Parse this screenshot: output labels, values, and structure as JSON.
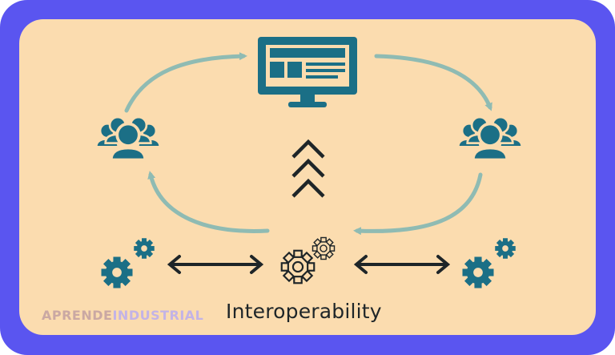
{
  "caption": "Interoperability",
  "watermark": {
    "part1": "APRENDE",
    "part2": "INDUSTRIAL"
  },
  "icons": [
    "monitor-icon",
    "user-group-icon",
    "chevrons-up-icon",
    "gears-icon",
    "double-arrow-icon"
  ],
  "colors": {
    "frame": "#5a55f0",
    "background": "#fbdcaf",
    "teal": "#1b6f86",
    "cycle_arrow": "#8fbbb3",
    "dark": "#1e2528"
  }
}
